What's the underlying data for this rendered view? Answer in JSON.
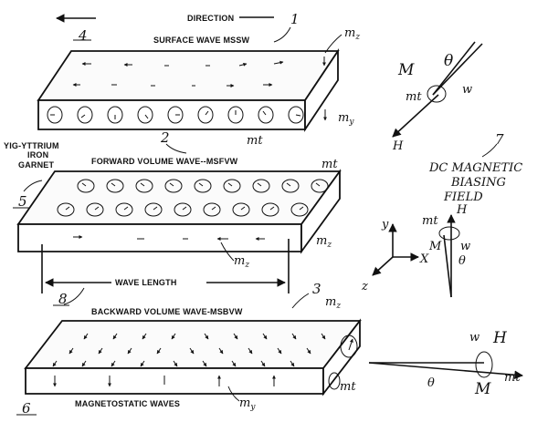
{
  "labels": {
    "direction": "DIRECTION",
    "surface_wave": "SURFACE WAVE MSSW",
    "yig_line1": "YIG-YTTRIUM",
    "yig_line2": "IRON",
    "yig_line3": "GARNET",
    "forward_wave": "FORWARD VOLUME WAVE--MSFVW",
    "wave_length": "WAVE LENGTH",
    "backward_wave": "BACKWARD VOLUME WAVE-MSBVW",
    "magnetostatic": "MAGNETOSTATIC WAVES"
  },
  "numbers": {
    "n1": "1",
    "n2": "2",
    "n3": "3",
    "n4": "4",
    "n5": "5",
    "n6": "6",
    "n7": "7",
    "n8": "8"
  },
  "symbols": {
    "mz": "m",
    "mz_sub": "z",
    "my": "m",
    "my_sub": "y",
    "mt": "mt",
    "M": "M",
    "theta": "θ",
    "omega": "w",
    "H": "H",
    "x": "X",
    "y": "y",
    "z": "z"
  },
  "dc_field": {
    "line1": "DC MAGNETIC",
    "line2": "BIASING",
    "line3": "FIELD"
  }
}
